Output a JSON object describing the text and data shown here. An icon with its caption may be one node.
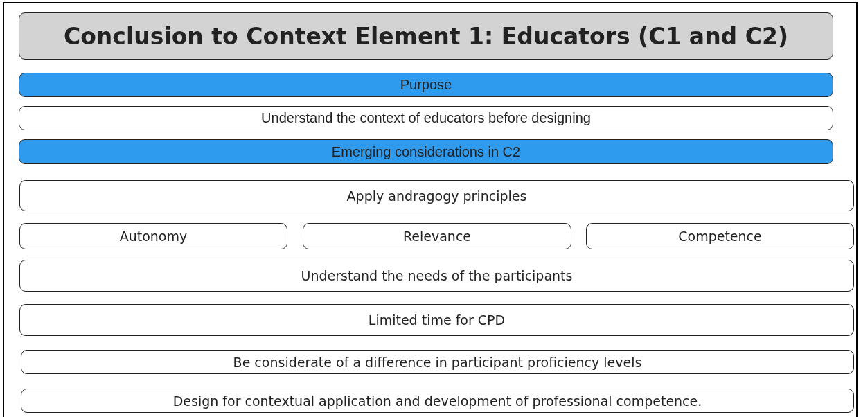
{
  "diagram": {
    "nodes": [
      {
        "text": [
          "Conclusion to Context Element 1: Educators (C1 and C2)"
        ]
      },
      {
        "text": [
          "Purpose"
        ]
      },
      {
        "text": [
          "Understand the context of educators before designing"
        ]
      },
      {
        "text": [
          "Emerging considerations in C2"
        ]
      },
      {
        "text": [
          "Apply andragogy principles"
        ]
      },
      {
        "text": [
          "Autonomy"
        ]
      },
      {
        "text": [
          "Relevance"
        ]
      },
      {
        "text": [
          "Competence"
        ]
      },
      {
        "text": [
          "Understand the needs of the participants"
        ]
      },
      {
        "text": [
          "Limited time for CPD"
        ]
      },
      {
        "text": [
          "Be considerate of a difference in participant proficiency levels"
        ]
      },
      {
        "text": [
          "Design for contextual application and development of professional competence."
        ]
      }
    ]
  }
}
